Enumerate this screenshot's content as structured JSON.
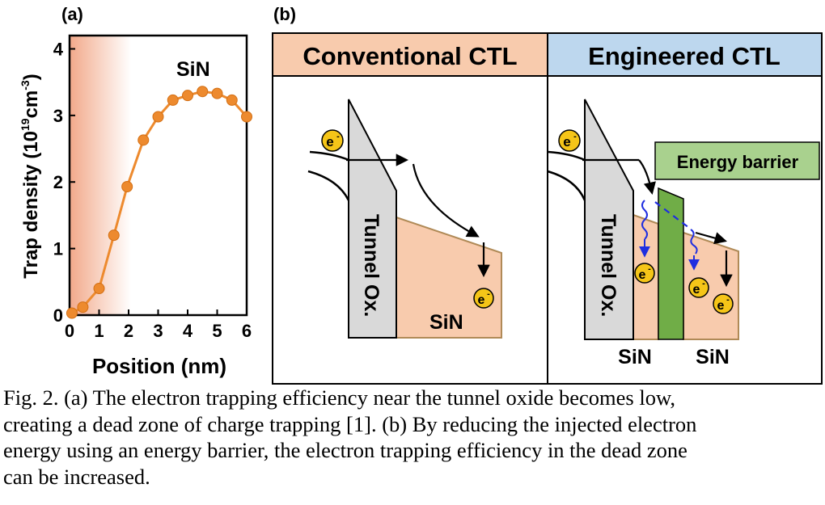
{
  "panel_a": {
    "label": "(a)",
    "ylabel_main": "Trap density (10",
    "ylabel_exp": "19",
    "ylabel_unit": "cm",
    "ylabel_unit_exp": "-3",
    "ylabel_close": ")",
    "xlabel": "Position (nm)",
    "annotation": "SiN"
  },
  "chart_data": {
    "type": "line",
    "xlabel": "Position (nm)",
    "ylabel": "Trap density (10^19 cm^-3)",
    "xlim": [
      0,
      6
    ],
    "ylim": [
      0,
      4.2
    ],
    "xticks": [
      0,
      1,
      2,
      3,
      4,
      5,
      6
    ],
    "yticks": [
      0,
      1,
      2,
      3,
      4
    ],
    "series": [
      {
        "name": "SiN",
        "color": "#ed8a2e",
        "x": [
          0.08,
          0.45,
          1.0,
          1.5,
          1.95,
          2.5,
          3.0,
          3.5,
          4.0,
          4.5,
          5.0,
          5.5,
          6.0
        ],
        "y": [
          0.03,
          0.12,
          0.4,
          1.2,
          1.93,
          2.63,
          2.98,
          3.23,
          3.3,
          3.36,
          3.33,
          3.23,
          2.98
        ]
      }
    ],
    "grid": false,
    "shaded_region": {
      "x_from": 0,
      "x_to": 2,
      "color": "#f4b89a"
    }
  },
  "panel_b": {
    "label": "(b)",
    "conventional": {
      "header": "Conventional CTL",
      "header_color": "#f8cbad",
      "tunnel_label": "Tunnel Ox.",
      "sin_label": "SiN",
      "electron_symbol": "e",
      "electron_charge": "-"
    },
    "engineered": {
      "header": "Engineered CTL",
      "header_color": "#bdd7ee",
      "tunnel_label": "Tunnel Ox.",
      "barrier_label": "Energy barrier",
      "barrier_color": "#a9d18e",
      "sin_label_left": "SiN",
      "sin_label_right": "SiN",
      "electron_symbol": "e",
      "electron_charge": "-"
    }
  },
  "caption": {
    "lines": [
      "Fig. 2. (a) The electron trapping efficiency near the tunnel oxide becomes low,",
      "creating a dead zone of charge trapping [1]. (b) By reducing the injected electron",
      "energy using an energy barrier, the electron trapping efficiency in the dead zone",
      "can be increased."
    ]
  }
}
